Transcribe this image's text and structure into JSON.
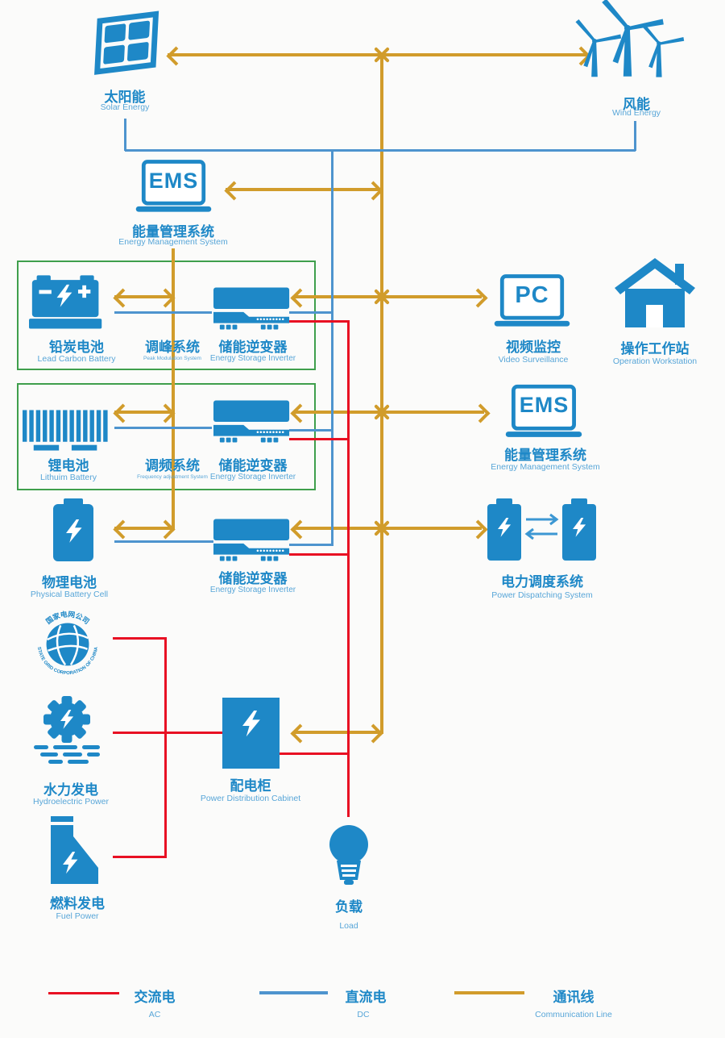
{
  "colors": {
    "icon_blue": "#1e88c7",
    "dc_blue": "#4e94ce",
    "comm_gold": "#d19c2b",
    "ac_red": "#e81023",
    "group_green": "#3f9f4c"
  },
  "nodes": {
    "solar": {
      "zh": "太阳能",
      "en": "Solar Energy"
    },
    "wind": {
      "zh": "风能",
      "en": "Wind Energy"
    },
    "ems1": {
      "screen": "EMS",
      "zh": "能量管理系统",
      "en": "Energy Management System"
    },
    "lead_battery": {
      "zh": "铅炭电池",
      "en": "Lead Carbon Battery"
    },
    "peak_system": {
      "zh": "调峰系统",
      "en": "Peak Modulation System"
    },
    "inverter1": {
      "zh": "储能逆变器",
      "en": "Energy Storage Inverter"
    },
    "lithium_battery": {
      "zh": "锂电池",
      "en": "Lithuim Battery"
    },
    "freq_system": {
      "zh": "调频系统",
      "en": "Frequency adjustment System"
    },
    "inverter2": {
      "zh": "储能逆变器",
      "en": "Energy Storage Inverter"
    },
    "physical_battery": {
      "zh": "物理电池",
      "en": "Physical Battery Cell"
    },
    "inverter3": {
      "zh": "储能逆变器",
      "en": "Energy Storage Inverter"
    },
    "pc": {
      "screen": "PC",
      "zh": "视频监控",
      "en": "Video Surveillance"
    },
    "workstation": {
      "zh": "操作工作站",
      "en": "Operation Workstation"
    },
    "ems2": {
      "screen": "EMS",
      "zh": "能量管理系统",
      "en": "Energy Management System"
    },
    "dispatch": {
      "zh": "电力调度系统",
      "en": "Power Dispatching System"
    },
    "state_grid": {
      "ring_zh": "国家电网公司",
      "ring_en": "STATE GRID CORPORATION OF CHINA"
    },
    "hydro": {
      "zh": "水力发电",
      "en": "Hydroelectric Power"
    },
    "fuel": {
      "zh": "燃料发电",
      "en": "Fuel Power"
    },
    "cabinet": {
      "zh": "配电柜",
      "en": "Power Distribution Cabinet"
    },
    "load": {
      "zh": "负载",
      "en": "Load"
    }
  },
  "legend": [
    {
      "zh": "交流电",
      "en": "AC",
      "color": "#e81023"
    },
    {
      "zh": "直流电",
      "en": "DC",
      "color": "#4e94ce"
    },
    {
      "zh": "通讯线",
      "en": "Communication Line",
      "color": "#d19c2b"
    }
  ]
}
